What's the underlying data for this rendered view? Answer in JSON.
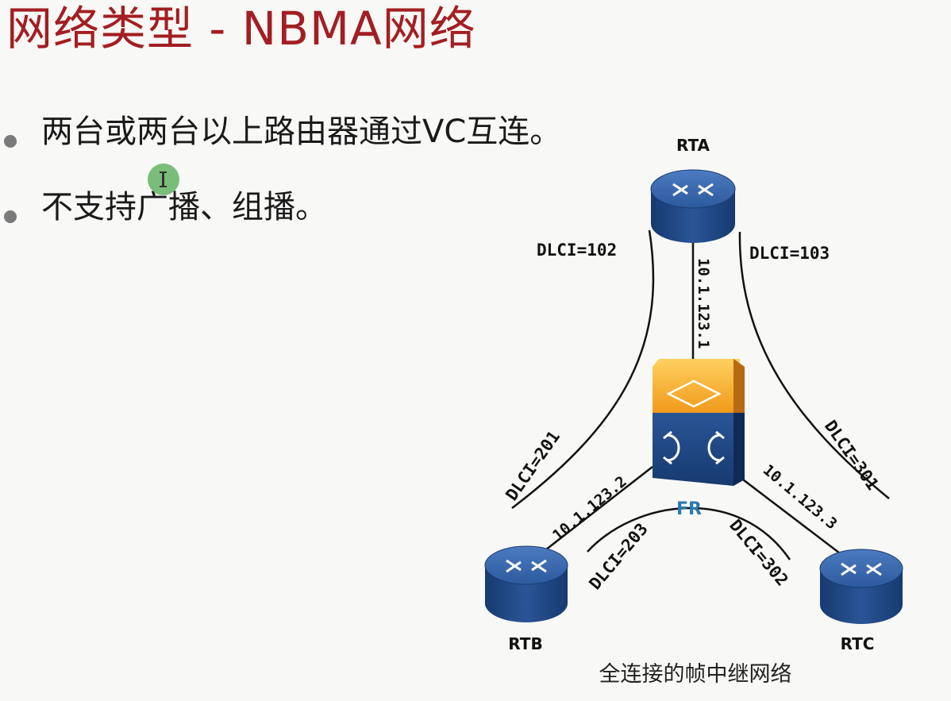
{
  "slide": {
    "title": "网络类型 - NBMA网络",
    "bullets": [
      "两台或两台以上路由器通过VC互连。",
      "不支持广播、组播。"
    ]
  },
  "diagram": {
    "routers": {
      "rta": "RTA",
      "rtb": "RTB",
      "rtc": "RTC"
    },
    "switch": "FR",
    "dlci": {
      "rta_rtb": "DLCI=102",
      "rta_rtc": "DLCI=103",
      "rtb_rta": "DLCI=201",
      "rtc_rta": "DLCI=301",
      "rtb_rtc": "DLCI=203",
      "rtc_rtb": "DLCI=302"
    },
    "ips": {
      "rta": "10.1.123.1",
      "rtb": "10.1.123.2",
      "rtc": "10.1.123.3"
    },
    "caption": "全连接的帧中继网络"
  },
  "colors": {
    "title": "#a31e22",
    "router_blue": "#1e4a8a",
    "switch_orange": "#f0a020",
    "switch_blue": "#1e4a8a",
    "fr_label": "#2a7ab0"
  }
}
